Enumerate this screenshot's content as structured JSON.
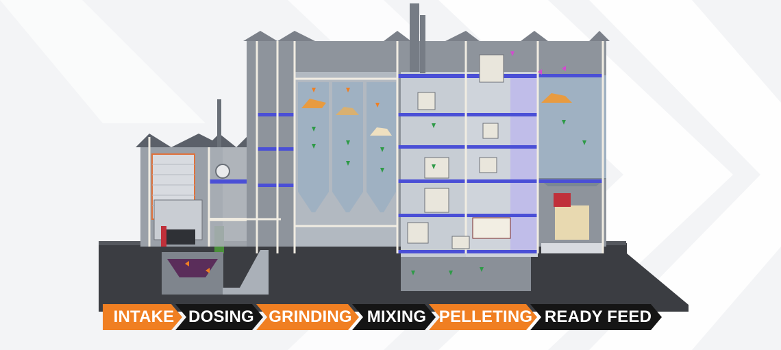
{
  "stages": [
    {
      "label": "INTAKE"
    },
    {
      "label": "DOSING"
    },
    {
      "label": "GRINDING"
    },
    {
      "label": "MIXING"
    },
    {
      "label": "PELLETING"
    },
    {
      "label": "READY FEED"
    }
  ],
  "colors": {
    "stage_orange": "#f07f22",
    "stage_dark": "#151515",
    "ground": "#3b3d42",
    "building_wall": "#8e949c",
    "floor_blue": "#4a4fd6",
    "frame": "#f0ece2",
    "arrow_green": "#2e9a47",
    "arrow_orange": "#f07f22",
    "arrow_magenta": "#d14ccf"
  }
}
